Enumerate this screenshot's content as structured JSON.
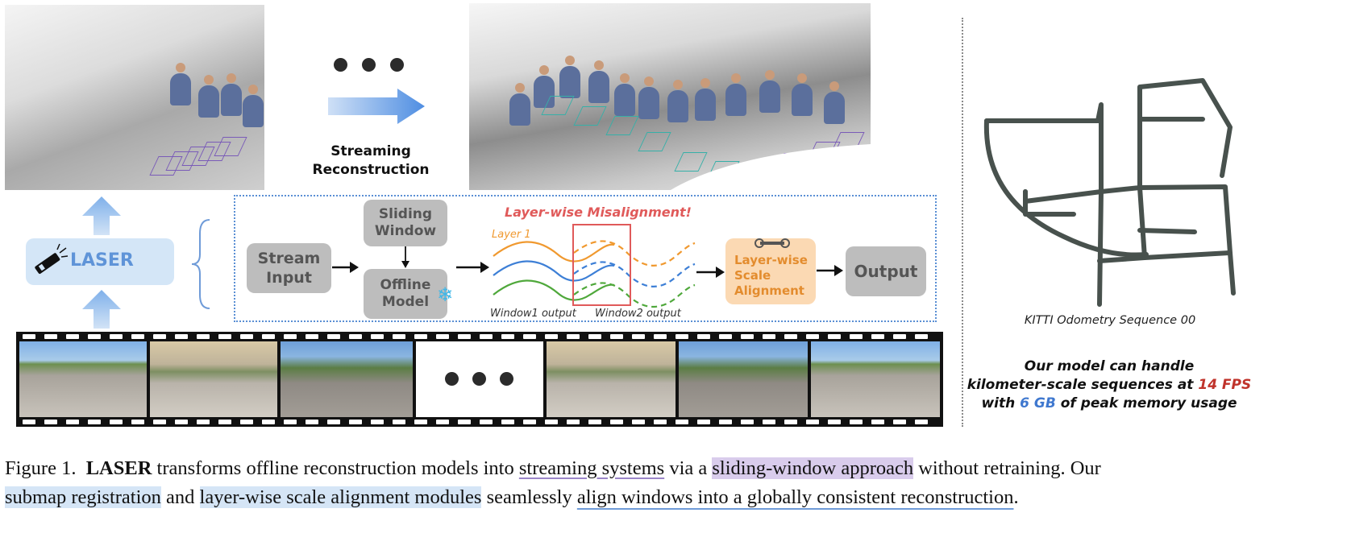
{
  "colors": {
    "accent_blue": "#5f94d8",
    "misalign_red": "#e05a5a",
    "alignment_orange": "#e38c2e",
    "layer_orange": "#f0992f",
    "layer_blue": "#3d7fd6",
    "layer_green": "#4fa83b"
  },
  "top": {
    "streaming_label_1": "Streaming",
    "streaming_label_2": "Reconstruction"
  },
  "pipeline": {
    "laser_label": "LASER",
    "stream_input_1": "Stream",
    "stream_input_2": "Input",
    "sliding_window_1": "Sliding",
    "sliding_window_2": "Window",
    "offline_model_1": "Offline",
    "offline_model_2": "Model",
    "misalignment_title": "Layer-wise Misalignment!",
    "layer_label": "Layer 1",
    "window1_output": "Window1 output",
    "window2_output": "Window2 output",
    "alignment_1": "Layer-wise",
    "alignment_2": "Scale",
    "alignment_3": "Alignment",
    "output_label": "Output"
  },
  "kitti": {
    "caption": "KITTI Odometry Sequence 00",
    "note_line1": "Our model can handle",
    "note_line2_a": "kilometer-scale sequences at ",
    "note_line2_b": "14 FPS",
    "note_line3_a": "with ",
    "note_line3_b": "6 GB",
    "note_line3_c": " of peak memory usage"
  },
  "caption": {
    "figure_label": "Figure 1.",
    "laser": "LASER",
    "t1": " transforms offline reconstruction models into ",
    "streaming_systems": "streaming systems",
    "t2": " via a ",
    "sliding_window": "sliding-window approach",
    "t3": " without retraining. Our",
    "submap": "submap registration",
    "t4": " and ",
    "layerwise": "layer-wise scale alignment modules",
    "t5": " seamlessly ",
    "align": "align windows into a globally consistent reconstruction",
    "t6": "."
  }
}
